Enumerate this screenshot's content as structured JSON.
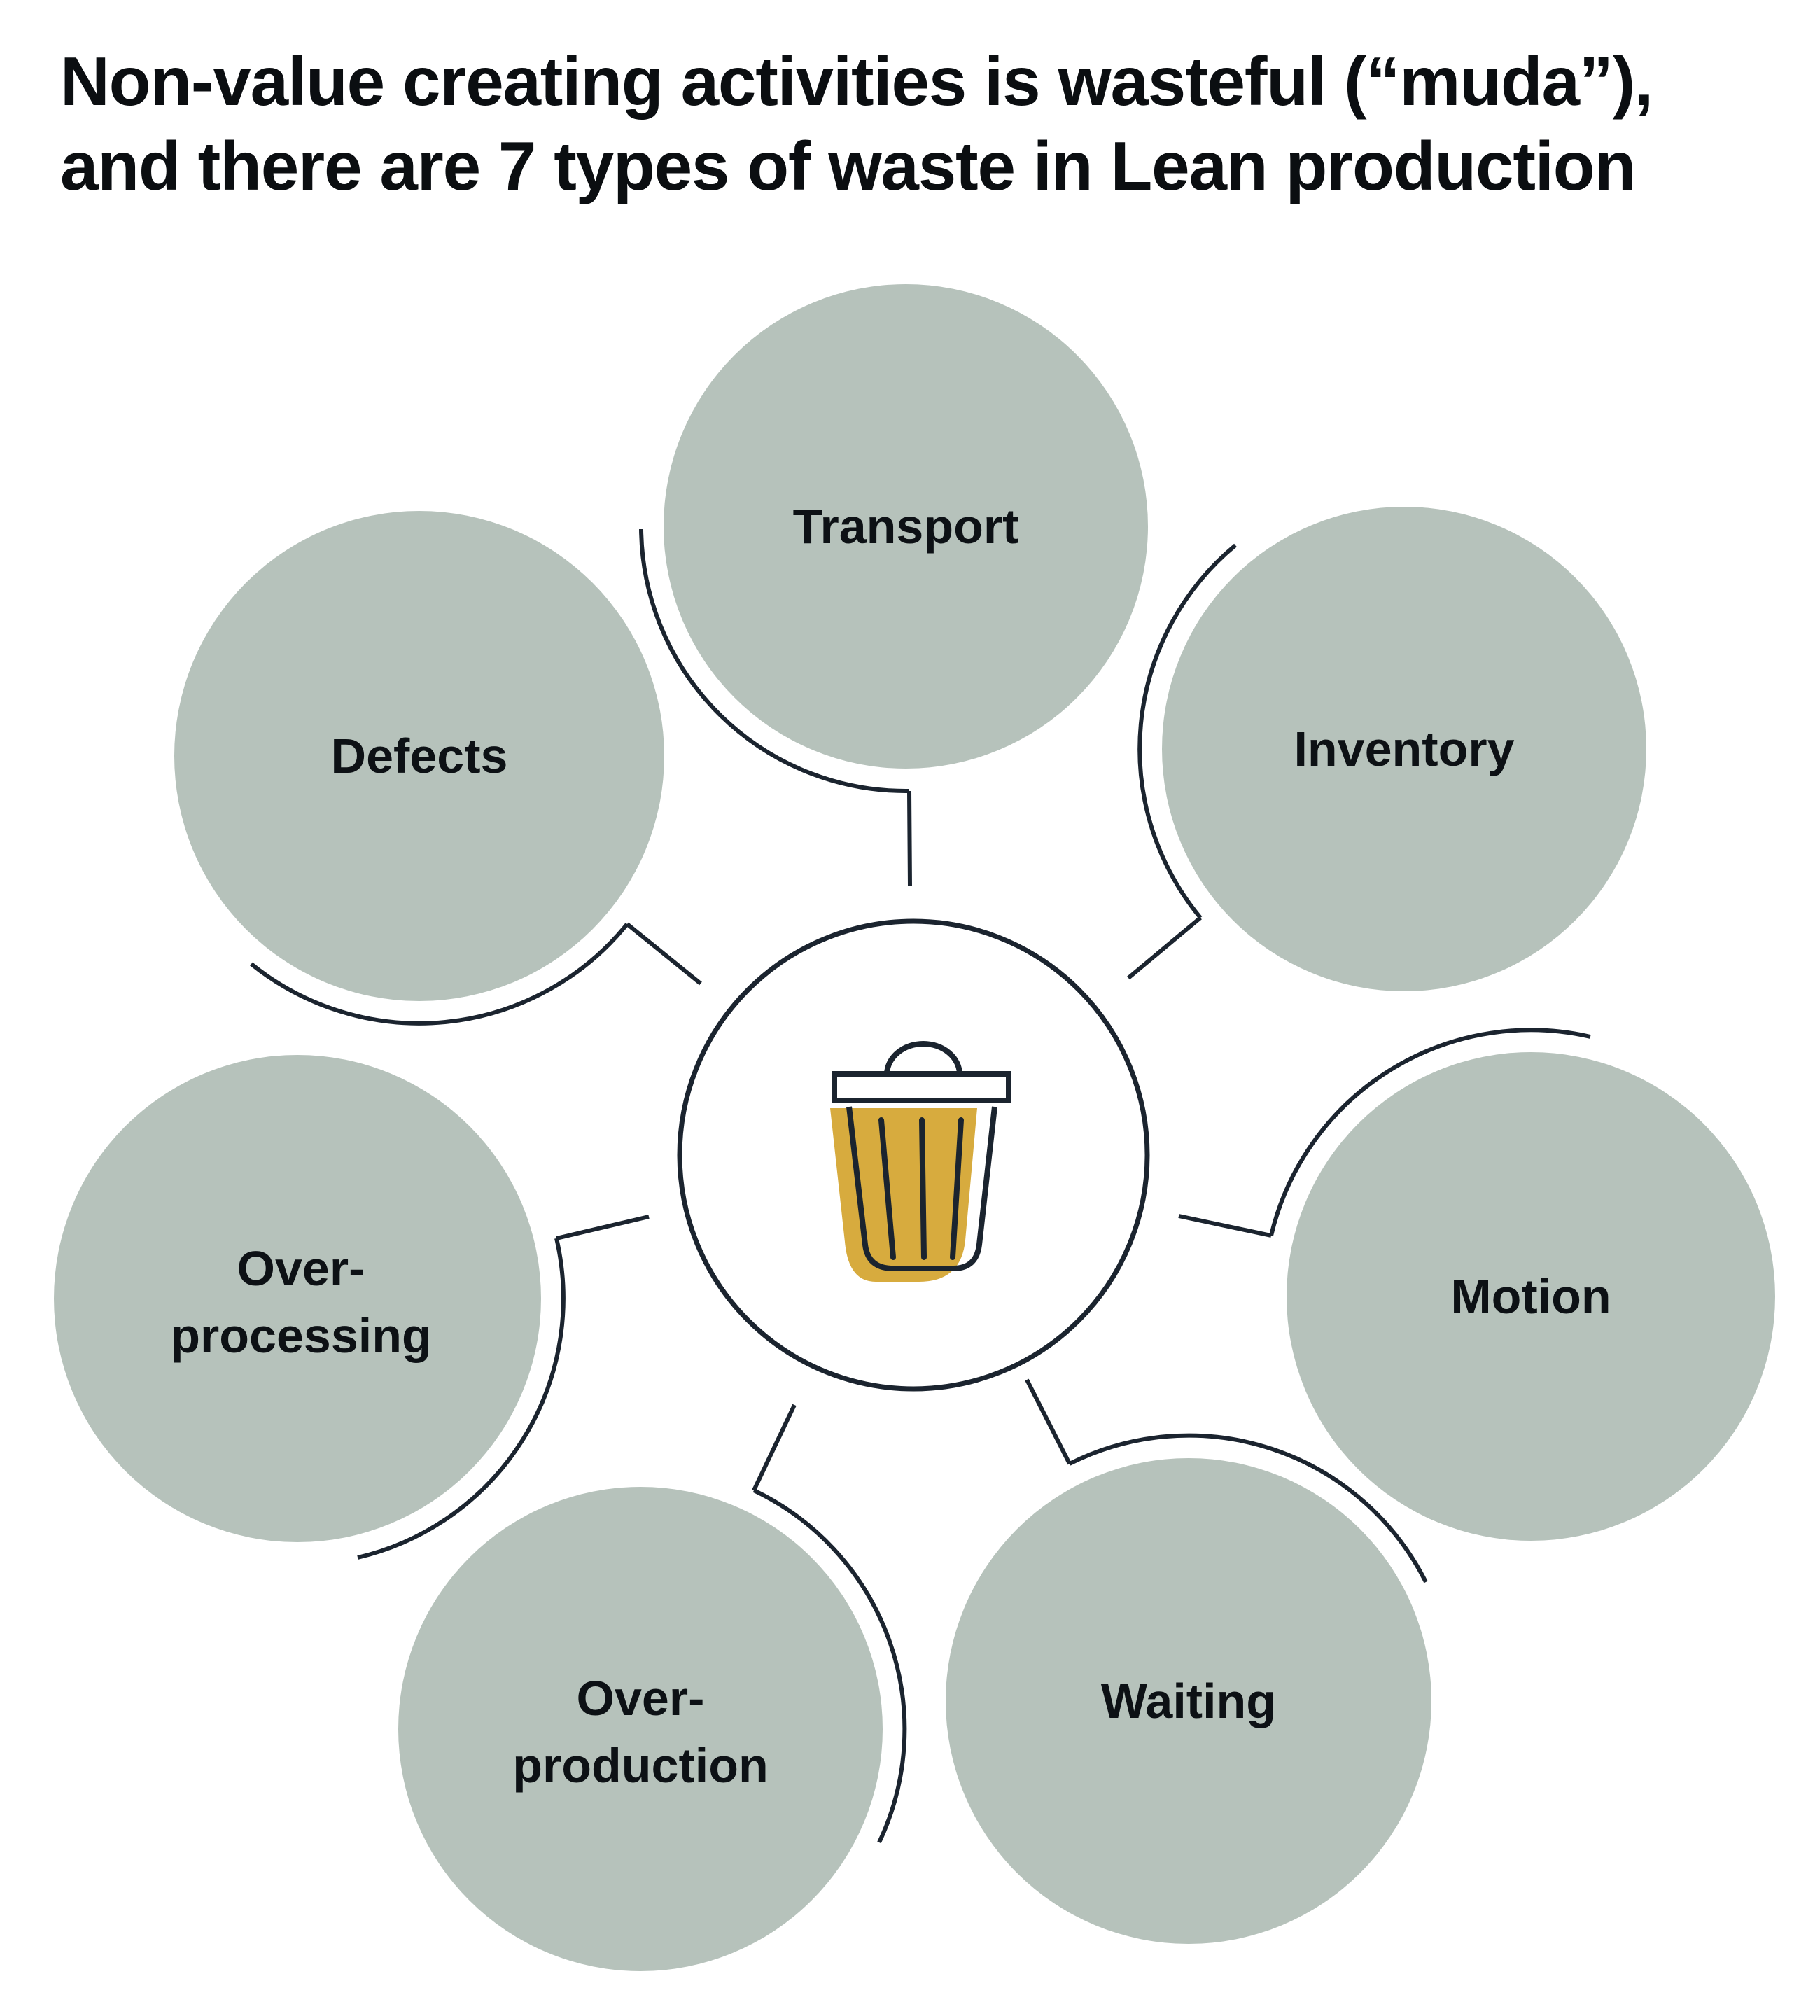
{
  "title": {
    "line1": "Non-value creating activities is wasteful (“muda”),",
    "line2": "and there are 7 types of waste in Lean production"
  },
  "circles": [
    {
      "id": "transport",
      "lines": [
        "Transport"
      ]
    },
    {
      "id": "inventory",
      "lines": [
        "Inventory"
      ]
    },
    {
      "id": "motion",
      "lines": [
        "Motion"
      ]
    },
    {
      "id": "waiting",
      "lines": [
        "Waiting"
      ]
    },
    {
      "id": "over-production",
      "lines": [
        "Over-",
        "production"
      ]
    },
    {
      "id": "over-processing",
      "lines": [
        "Over-",
        "processing"
      ]
    },
    {
      "id": "defects",
      "lines": [
        "Defects"
      ]
    }
  ],
  "center_icon": "trash-can",
  "colors": {
    "background": "#ffffff",
    "circle_fill": "#b6c2bb",
    "line": "#1b242f",
    "gold": "#d7ab3e",
    "title_text": "#0b0e11",
    "label_text": "#0d1115"
  }
}
